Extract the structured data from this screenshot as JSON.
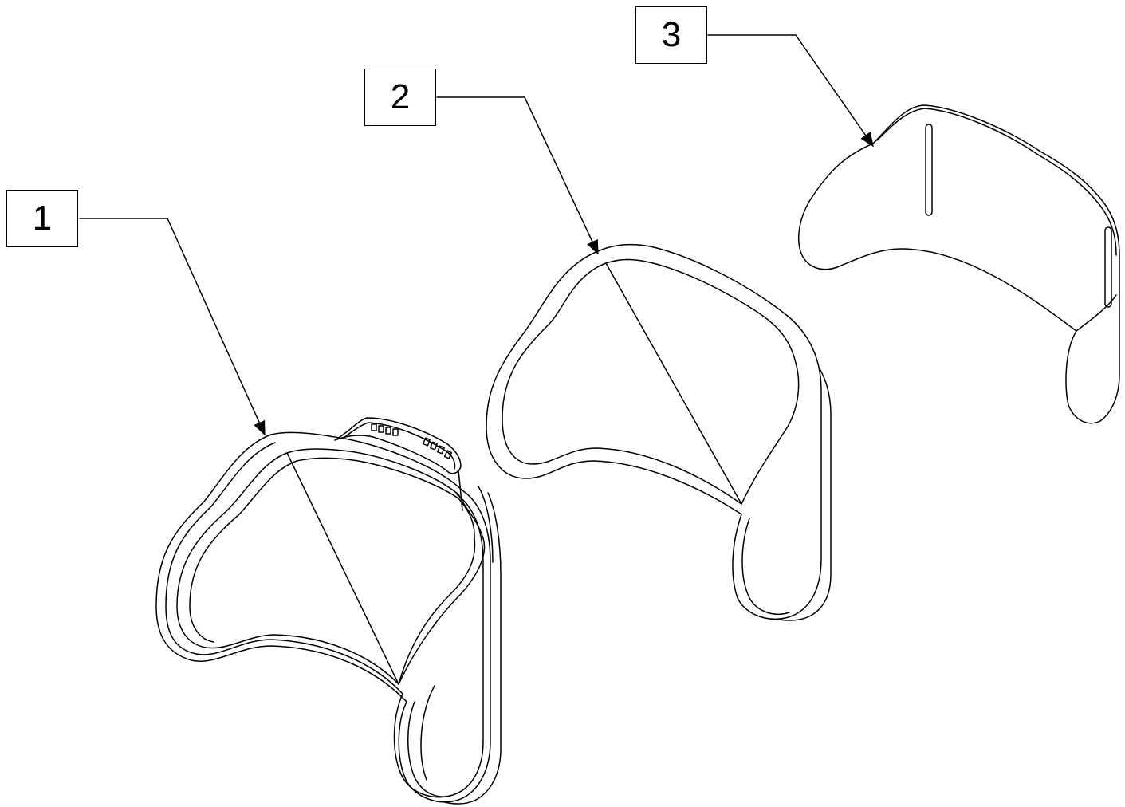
{
  "callouts": [
    {
      "label": "1",
      "part": "headrest-cushion-with-cover"
    },
    {
      "label": "2",
      "part": "headrest-cushion"
    },
    {
      "label": "3",
      "part": "headrest-cover"
    }
  ],
  "colors": {
    "line": "#000000",
    "background": "#ffffff"
  }
}
